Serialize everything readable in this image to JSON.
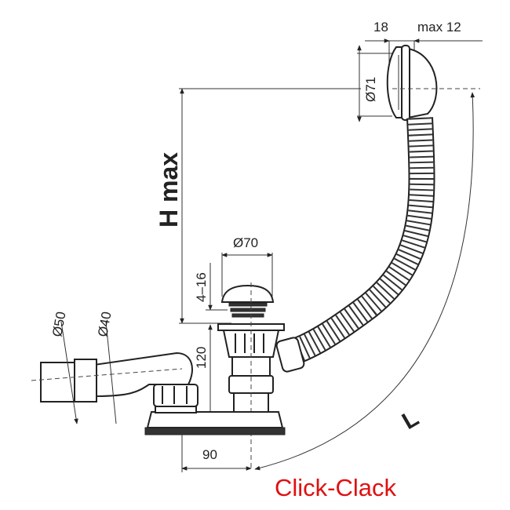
{
  "title": "Click-Clack",
  "dimensions": {
    "overflow_depth": "18",
    "wall_thickness": "max 12",
    "overflow_diameter": "Ø71",
    "height_max": "H max",
    "plug_diameter": "Ø70",
    "plug_travel": "4–16",
    "trap_height": "120",
    "outlet_outer_diameter": "Ø50",
    "outlet_inner_diameter": "Ø40",
    "trap_offset": "90",
    "hose_length": "L"
  },
  "colors": {
    "title": "#e01010",
    "lines": "#222222"
  }
}
